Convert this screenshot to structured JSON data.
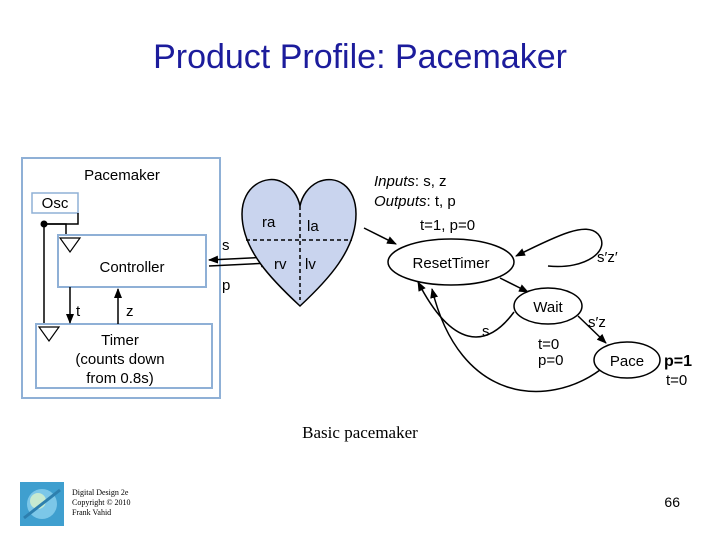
{
  "title": "Product Profile: Pacemaker",
  "block": {
    "name": "Pacemaker",
    "osc": "Osc",
    "controller": "Controller",
    "t": "t",
    "z": "z",
    "timer_line1": "Timer",
    "timer_line2": "(counts down",
    "timer_line3": "from 0.8s)",
    "s": "s",
    "p": "p"
  },
  "heart": {
    "ra": "ra",
    "la": "la",
    "rv": "rv",
    "lv": "lv"
  },
  "fsm": {
    "inputs_label": "Inputs",
    "inputs_value": ": s, z",
    "outputs_label": "Outputs",
    "outputs_value": ": t, p",
    "init": "t=1, p=0",
    "reset": "ResetTimer",
    "self_loop": "s′z′",
    "wait": "Wait",
    "wait_out1": "t=0",
    "wait_out2": "p=0",
    "wait_to_pace": "s′z",
    "pace": "Pace",
    "pace_out1": "p=1",
    "pace_out2": "t=0",
    "wait_to_reset": "s"
  },
  "caption": "Basic pacemaker",
  "footer": {
    "line1": "Digital Design 2e",
    "line2": "Copyright © 2010",
    "line3": "Frank Vahid"
  },
  "page_number": "66",
  "colors": {
    "title": "#1c1c9c",
    "heart_fill": "#c9d4ee",
    "block_border": "#8fb0d6"
  }
}
